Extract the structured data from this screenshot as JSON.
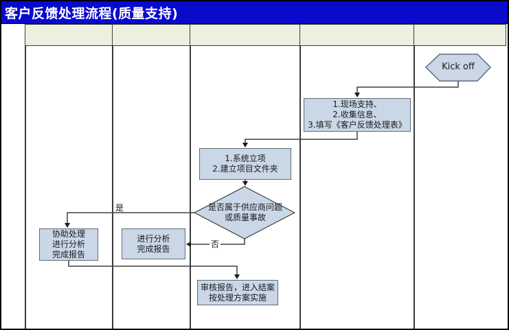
{
  "window": {
    "title": "客户反馈处理流程(质量支持)"
  },
  "diagram": {
    "lane_count": 5,
    "nodes": {
      "kickoff": "Kick off",
      "collect": "1.现场支持、\n2.收集信息、\n3.填写《客户反馈处理表》",
      "project": "1.系统立项\n2.建立项目文件夹",
      "decision": "是否属于供应商问题\n或质量事故",
      "assist": "协助处理\n进行分析\n完成报告",
      "analyze": "进行分析\n完成报告",
      "review": "审核报告，进入结案\n按处理方案实施"
    },
    "edge_labels": {
      "yes": "是",
      "no": "否"
    },
    "colors": {
      "title_bg": "#0a0acd",
      "title_text": "#ffffff",
      "header_bg": "#ebf0df",
      "node_fill": "#c9d7e7",
      "node_border": "#5f6b78",
      "connector": "#3f3f3f",
      "grid_line": "#3a3a3a"
    }
  }
}
